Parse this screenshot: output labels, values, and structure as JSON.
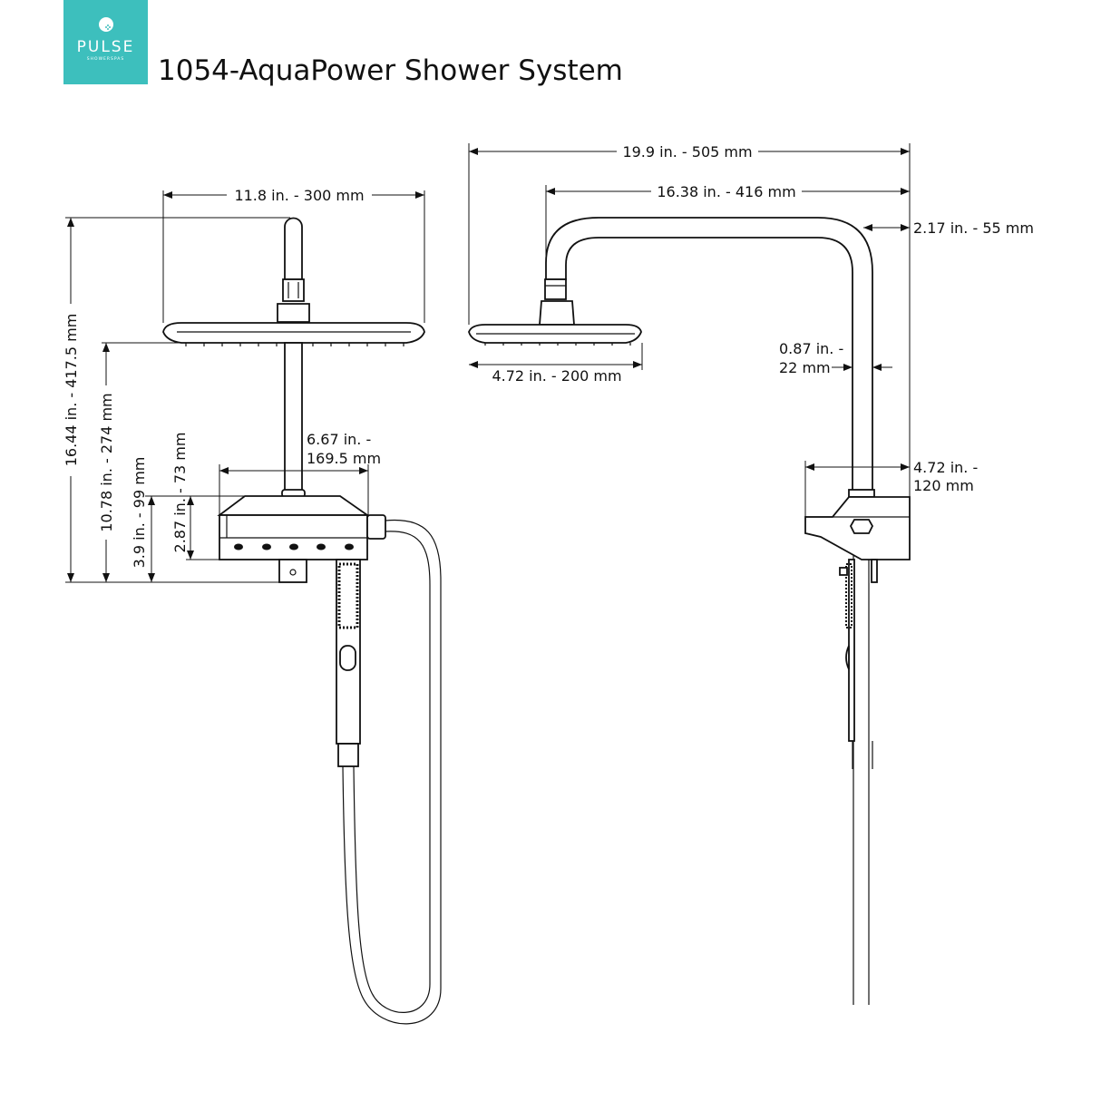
{
  "logo": {
    "brand": "PULSE",
    "tagline": "SHOWERSPAS"
  },
  "title": "1054-AquaPower Shower System",
  "colors": {
    "logo_bg": "#3dbfbd",
    "line": "#111111"
  },
  "front_view": {
    "head_width": "11.8 in. - 300 mm",
    "total_height": "16.44 in. - 417.5 mm",
    "head_to_bottom": "10.78 in. - 274 mm",
    "body_with_bracket": "3.9 in. - 99 mm",
    "body_height": "2.87 in. - 73 mm",
    "body_width_line1": "6.67 in. -",
    "body_width_line2": "169.5 mm"
  },
  "side_view": {
    "overall_depth": "19.9 in. - 505 mm",
    "arm_reach": "16.38 in. - 416 mm",
    "wall_offset": "2.17 in. - 55 mm",
    "pipe_diameter_line1": "0.87 in. -",
    "pipe_diameter_line2": "22 mm",
    "head_depth": "4.72 in. - 200 mm",
    "body_depth_line1": "4.72 in. -",
    "body_depth_line2": "120 mm"
  }
}
